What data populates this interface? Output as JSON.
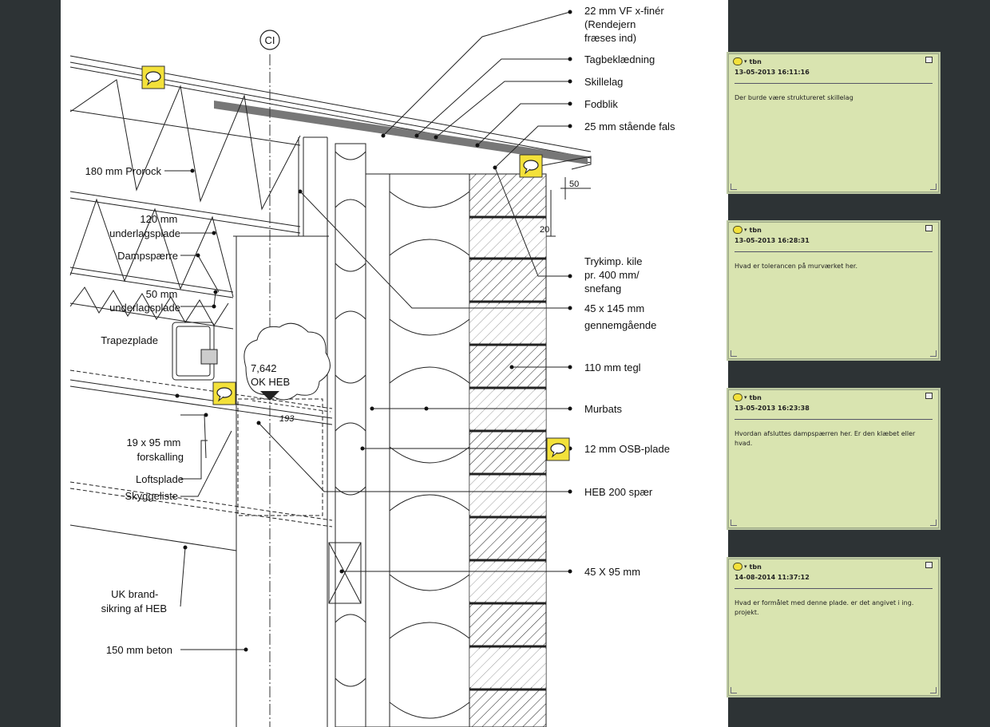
{
  "drawing": {
    "grid_marker": "CI",
    "level": {
      "value": "7,642",
      "text": "OK HEB",
      "span": "193"
    },
    "dims": {
      "overhang": "50",
      "gap": "20"
    },
    "labels_right": [
      {
        "id": "veneer",
        "lines": [
          "22 mm VF x-finér",
          "(Rendejern",
          "fræses ind)"
        ]
      },
      {
        "id": "roofing",
        "lines": [
          "Tagbeklædning"
        ]
      },
      {
        "id": "separator",
        "lines": [
          "Skillelag"
        ]
      },
      {
        "id": "drip",
        "lines": [
          "Fodblik"
        ]
      },
      {
        "id": "seam",
        "lines": [
          "25 mm stående fals"
        ]
      },
      {
        "id": "wedge",
        "lines": [
          "Trykimp. kile",
          "pr. 400 mm/",
          "snefang"
        ]
      },
      {
        "id": "beam145",
        "lines": [
          "45 x 145 mm",
          "gennemgående"
        ]
      },
      {
        "id": "brick",
        "lines": [
          "110 mm tegl"
        ]
      },
      {
        "id": "ties",
        "lines": [
          "Murbats"
        ]
      },
      {
        "id": "osb",
        "lines": [
          "12 mm OSB-plade"
        ]
      },
      {
        "id": "heb",
        "lines": [
          "HEB 200 spær"
        ]
      },
      {
        "id": "stud",
        "lines": [
          "45 X 95 mm"
        ]
      }
    ],
    "labels_left": [
      {
        "id": "prorock",
        "lines": [
          "180 mm Prorock"
        ]
      },
      {
        "id": "underlay120",
        "lines": [
          "120 mm",
          "underlagsplade"
        ]
      },
      {
        "id": "vapour",
        "lines": [
          "Dampspærre"
        ]
      },
      {
        "id": "underlay50",
        "lines": [
          "50 mm",
          "underlagsplade"
        ]
      },
      {
        "id": "trapez",
        "lines": [
          "Trapezplade"
        ]
      },
      {
        "id": "battens",
        "lines": [
          "19 x 95 mm",
          "forskalling"
        ]
      },
      {
        "id": "ceiling",
        "lines": [
          "Loftsplade"
        ]
      },
      {
        "id": "shadow",
        "lines": [
          "Skyggeliste"
        ]
      },
      {
        "id": "fire",
        "lines": [
          "UK brand-",
          "sikring af HEB"
        ]
      },
      {
        "id": "concrete",
        "lines": [
          "150 mm beton"
        ]
      }
    ]
  },
  "comments": [
    {
      "author": "tbn",
      "time": "13-05-2013 16:11:16",
      "text": "Der burde være struktureret skillelag"
    },
    {
      "author": "tbn",
      "time": "13-05-2013 16:28:31",
      "text": "Hvad er tolerancen på murværket her."
    },
    {
      "author": "tbn",
      "time": "13-05-2013 16:23:38",
      "text": "Hvordan afsluttes dampspærren her. Er den klæbet eller hvad."
    },
    {
      "author": "tbn",
      "time": "14-08-2014 11:37:12",
      "text": "Hvad er formålet med denne plade. er det angivet i ing. projekt."
    }
  ],
  "colors": {
    "background": "#2d3335",
    "note_fill": "#d9e4b0",
    "marker_fill": "#f3e13a"
  },
  "icons": {
    "comment_marker": "speech-bubble-icon",
    "note_close": "minimize-box-icon"
  }
}
